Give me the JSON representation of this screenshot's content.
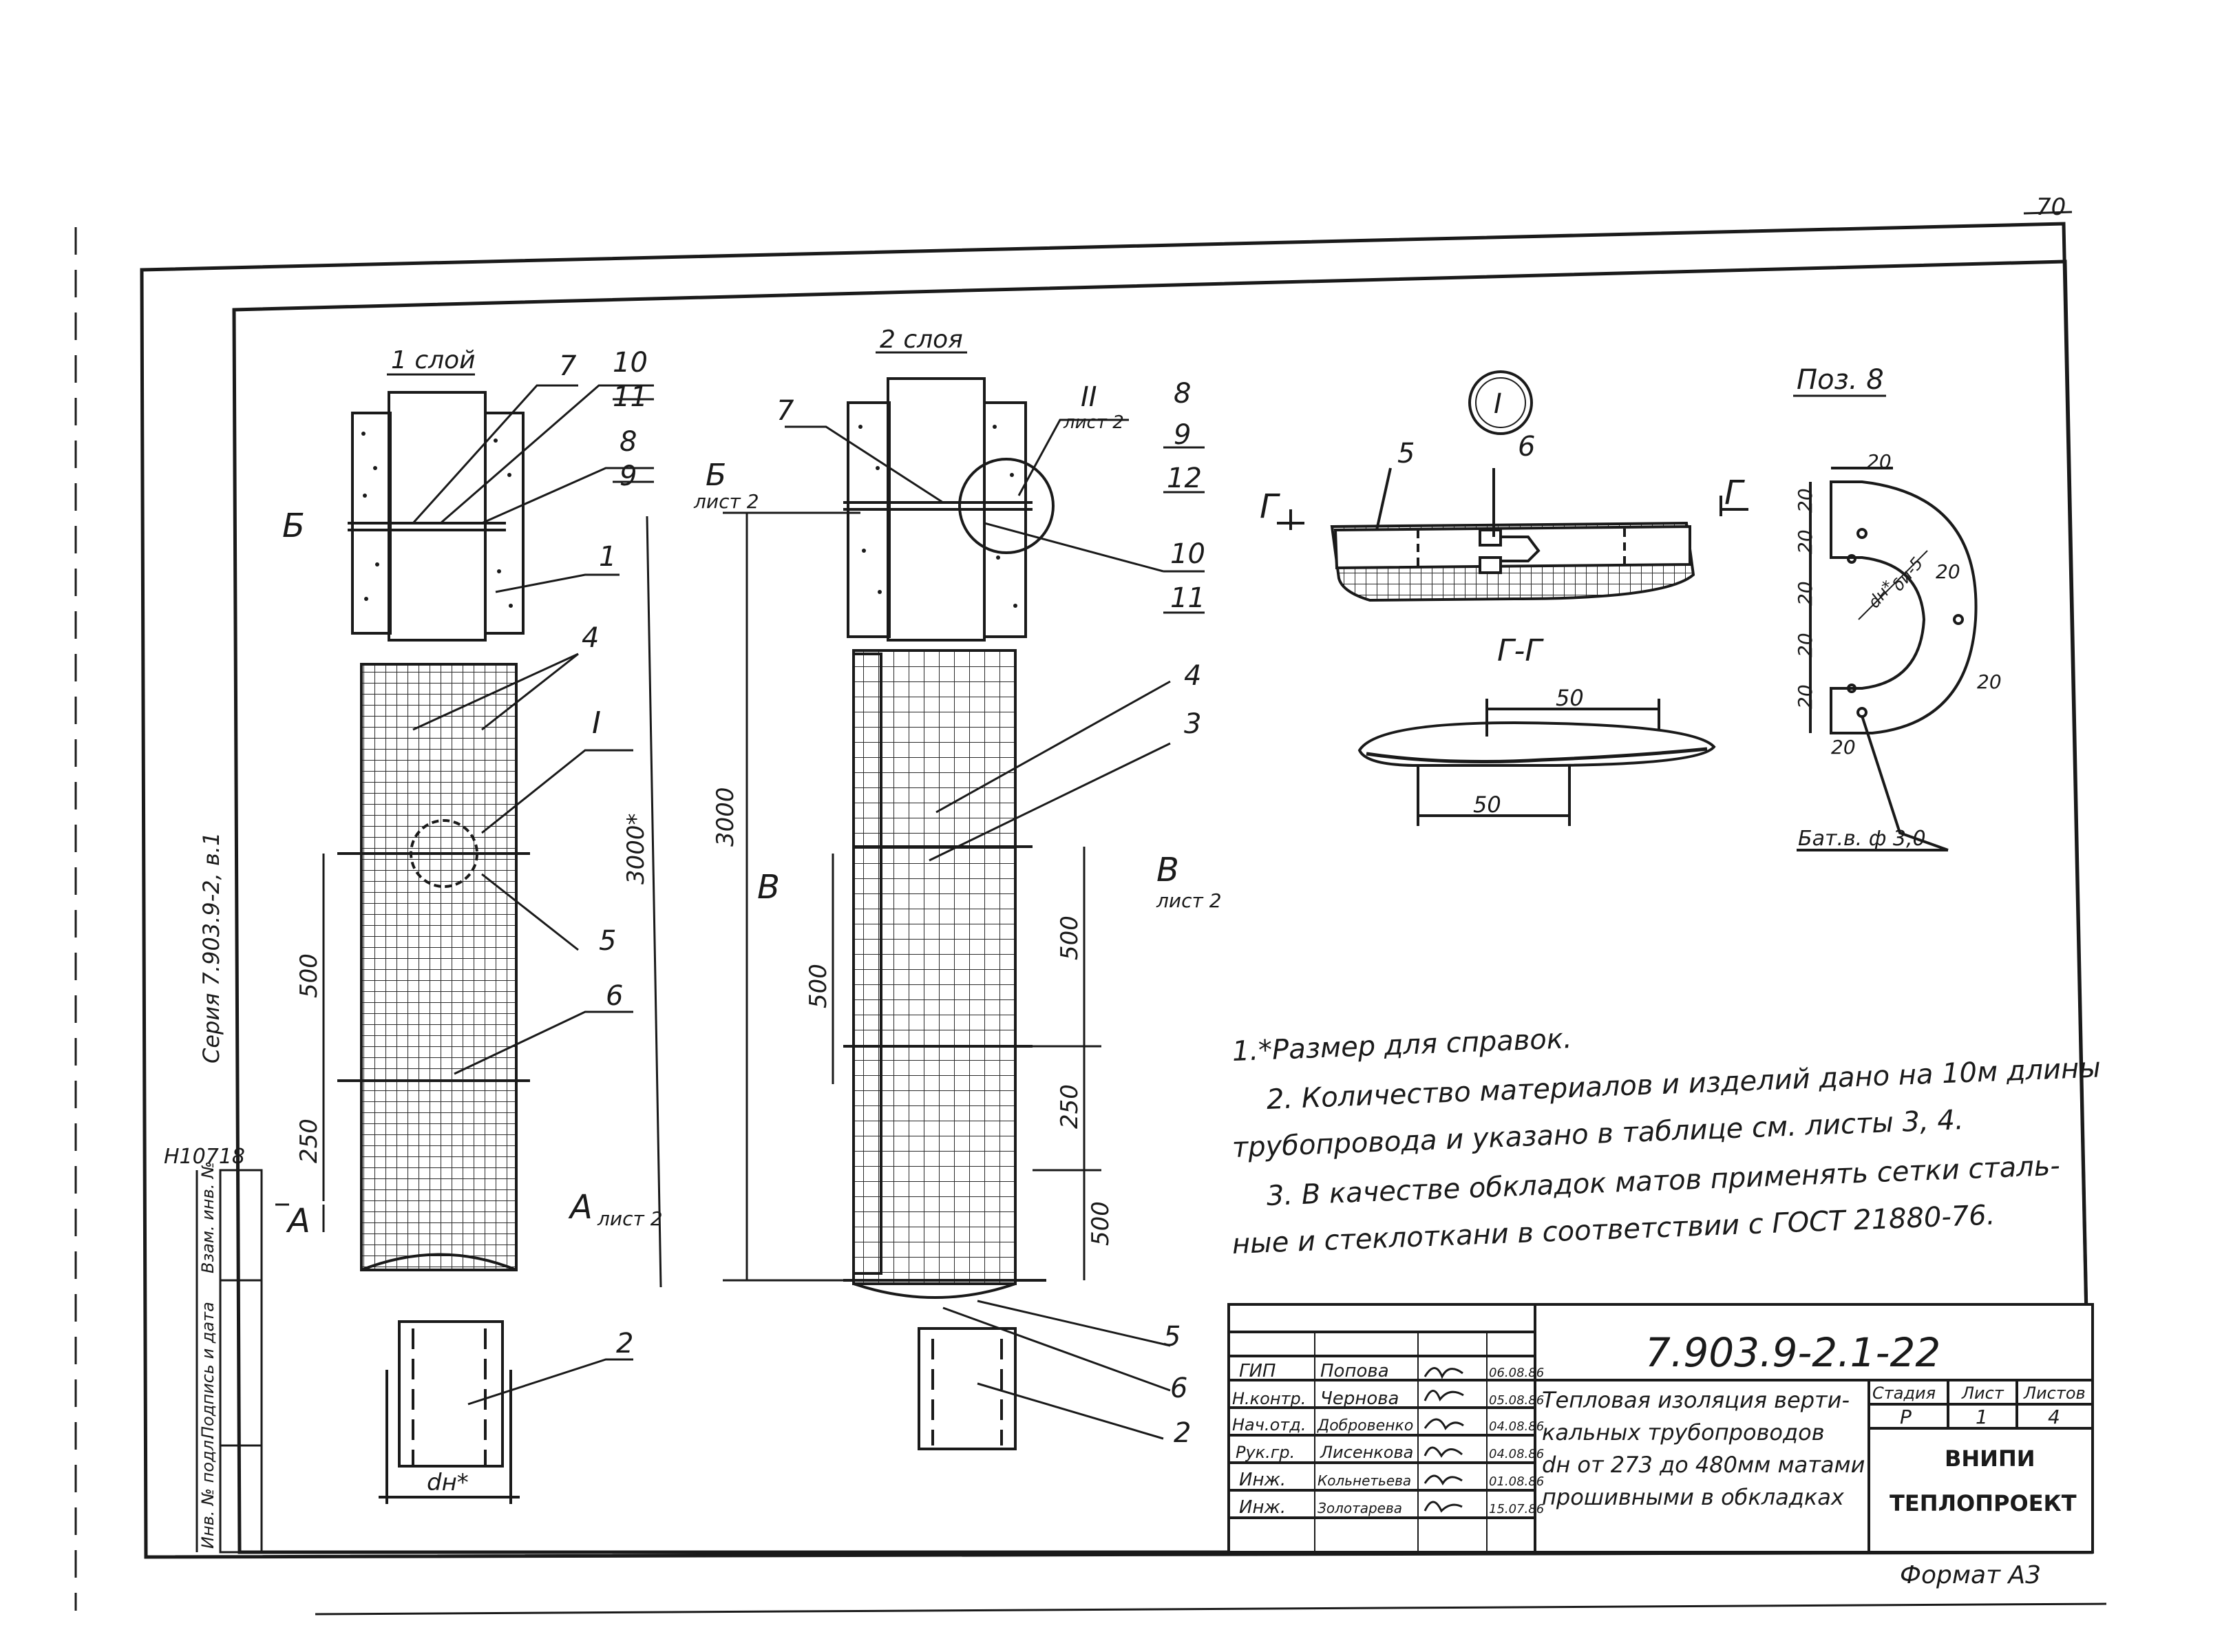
{
  "page_number": "70",
  "series": "Серия 7.903.9-2, в.1",
  "archive_number": "Н10718",
  "left_stamp": {
    "inv_orig": "Инв. № подл.",
    "sign_date": "Подпись и дата",
    "inv_replace": "Взам. инв. №"
  },
  "views": {
    "layer1_title": "1 слой",
    "layer2_title": "2 слоя",
    "detail_I": "I",
    "pos8_title": "Поз. 8",
    "section_GG": "Г-Г"
  },
  "section_marks": {
    "B_left": "Б",
    "B_right": "Б",
    "B_ref": "лист 2",
    "A_left": "А",
    "A_right": "А",
    "A_ref": "лист 2",
    "V_left": "В",
    "V_right": "В",
    "V_ref": "лист 2",
    "G_left": "Г",
    "G_right": "Г",
    "II_label": "II",
    "II_ref": "лист 2"
  },
  "dimensions": {
    "d3000_left": "3000*",
    "d500_left": "500",
    "d250_left": "250",
    "d3000_right": "3000",
    "d500_right_a": "500",
    "d500_right_b": "500",
    "d250_right": "250",
    "d500_right_c": "500",
    "dn": "dн*",
    "gg_50_top": "50",
    "gg_50_bottom": "50",
    "pos8_20_a": "20",
    "pos8_20_b": "20",
    "pos8_20_c": "20",
    "pos8_20_d": "20",
    "pos8_20_e": "20",
    "pos8_20_f": "20",
    "pos8_20_g": "20",
    "pos8_20_h": "20",
    "pos8_20_i": "20",
    "pos8_dn": "dн*",
    "pos8_delta": "δи-5",
    "wire": "Бат.в. ф 3,0"
  },
  "positions": {
    "p7_left": "7",
    "p10_left": "10",
    "p11_left": "11",
    "p8_left": "8",
    "p9_left": "9",
    "p1": "1",
    "p4_left": "4",
    "pI": "I",
    "p5_left": "5",
    "p6_left": "6",
    "p2_left": "2",
    "p7_right": "7",
    "p8_right": "8",
    "p9_right": "9",
    "p12": "12",
    "p10_right": "10",
    "p11_right": "11",
    "p4_right": "4",
    "p3": "3",
    "p5_right": "5",
    "p6_right": "6",
    "p2_right": "2",
    "p5_detail": "5",
    "p6_detail": "6"
  },
  "notes": [
    "1.*Размер для справок.",
    "2. Количество материалов и изделий дано на 10м длины",
    "трубопровода и указано в таблице см. листы 3, 4.",
    "3. В качестве обкладок матов применять сетки сталь-",
    "ные и стеклоткани в соответствии с ГОСТ 21880-76."
  ],
  "title_block": {
    "doc_code": "7.903.9-2.1-22",
    "title_lines": [
      "Тепловая изоляция верти-",
      "кальных трубопроводов",
      "dн от 273 до 480мм матами",
      "прошивными в обкладках"
    ],
    "stage_label": "Стадия",
    "sheet_label": "Лист",
    "sheets_label": "Листов",
    "stage": "Р",
    "sheet": "1",
    "sheets": "4",
    "org_line1": "ВНИПИ",
    "org_line2": "ТЕПЛОПРОЕКТ",
    "signatures": [
      {
        "role": "ГИП",
        "name": "Попова",
        "date": "06.08.86"
      },
      {
        "role": "Н.контр.",
        "name": "Чернова",
        "date": "05.08.86"
      },
      {
        "role": "Нач.отд.",
        "name": "Добровенко",
        "date": "04.08.86"
      },
      {
        "role": "Рук.гр.",
        "name": "Лисенкова",
        "date": "04.08.86"
      },
      {
        "role": "Инж.",
        "name": "Кольнетьева",
        "date": "01.08.86"
      },
      {
        "role": "Инж.",
        "name": "Золотарева",
        "date": "15.07.86"
      }
    ]
  },
  "format": "Формат А3"
}
